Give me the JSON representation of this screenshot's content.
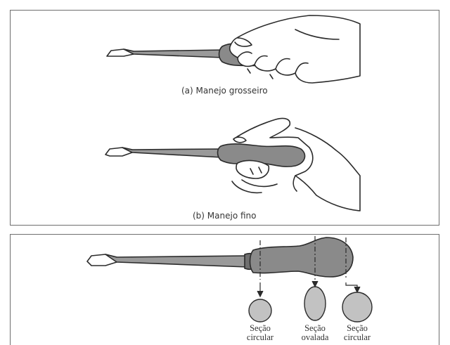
{
  "top_panel": {
    "caption_a": "(a) Manejo grosseiro",
    "caption_b": "(b) Manejo fino"
  },
  "bottom_panel": {
    "sections": [
      {
        "line1": "Seção",
        "line2": "circular"
      },
      {
        "line1": "Seção",
        "line2": "ovalada"
      },
      {
        "line1": "Seção",
        "line2": "circular"
      }
    ]
  },
  "colors": {
    "handle_gray": "#8a8a8a",
    "section_gray": "#c2c2c2",
    "outline": "#2b2b2b"
  }
}
